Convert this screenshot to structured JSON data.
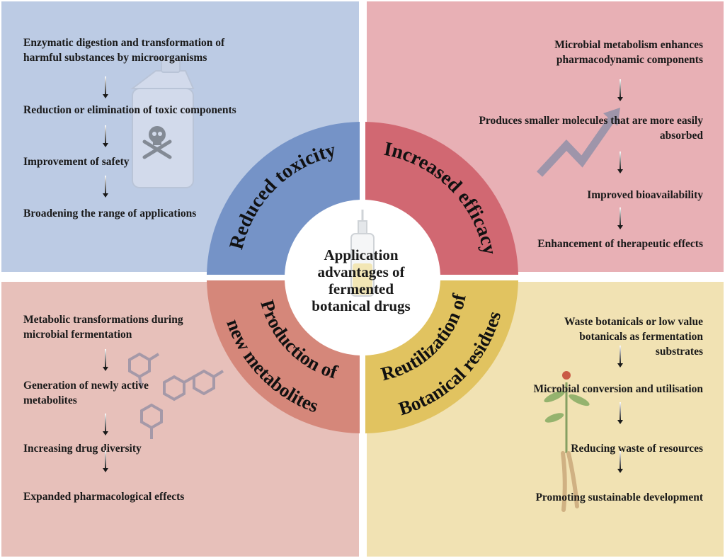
{
  "center": {
    "lines": [
      "Application",
      "advantages of",
      "fermented",
      "botanical drugs"
    ]
  },
  "quadrants": {
    "top_left": {
      "ring_label": "Reduced toxicity",
      "steps": [
        [
          "Enzymatic digestion and transformation of",
          "harmful substances by microorganisms"
        ],
        [
          "Reduction or elimination of toxic components"
        ],
        [
          "Improvement of safety"
        ],
        [
          "Broadening the range of applications"
        ]
      ]
    },
    "top_right": {
      "ring_label": "Increased efficacy",
      "steps": [
        [
          "Microbial metabolism enhances",
          "pharmacodynamic components"
        ],
        [
          "Produces smaller molecules that are more easily",
          "absorbed"
        ],
        [
          "Improved bioavailability"
        ],
        [
          "Enhancement of therapeutic effects"
        ]
      ]
    },
    "bottom_left": {
      "ring_label_lines": [
        "Production of",
        "new metabolites"
      ],
      "steps": [
        [
          "Metabolic transformations during",
          "microbial fermentation"
        ],
        [
          "Generation of newly active",
          "metabolites"
        ],
        [
          "Increasing drug diversity"
        ],
        [
          "Expanded pharmacological effects"
        ]
      ]
    },
    "bottom_right": {
      "ring_label_lines": [
        "Reutilization of",
        "Botanical residues"
      ],
      "steps": [
        [
          "Waste botanicals or low value",
          "botanicals as fermentation",
          "substrates"
        ],
        [
          "Microbial conversion and utilisation"
        ],
        [
          "Reducing waste of resources"
        ],
        [
          "Promoting sustainable development"
        ]
      ]
    }
  },
  "colors": {
    "top_left_bg": "#bccbe4",
    "top_left_ring": "#7593c7",
    "top_right_bg": "#e8b0b5",
    "top_right_ring": "#d16872",
    "bottom_left_bg": "#e7c0ba",
    "bottom_left_ring": "#d5877a",
    "bottom_right_bg": "#f1e2b3",
    "bottom_right_ring": "#e1c360"
  },
  "icons": [
    "poison-jug-icon",
    "trend-arrow-icon",
    "molecule-icon",
    "ginseng-plant-icon",
    "bioreactor-icon"
  ]
}
